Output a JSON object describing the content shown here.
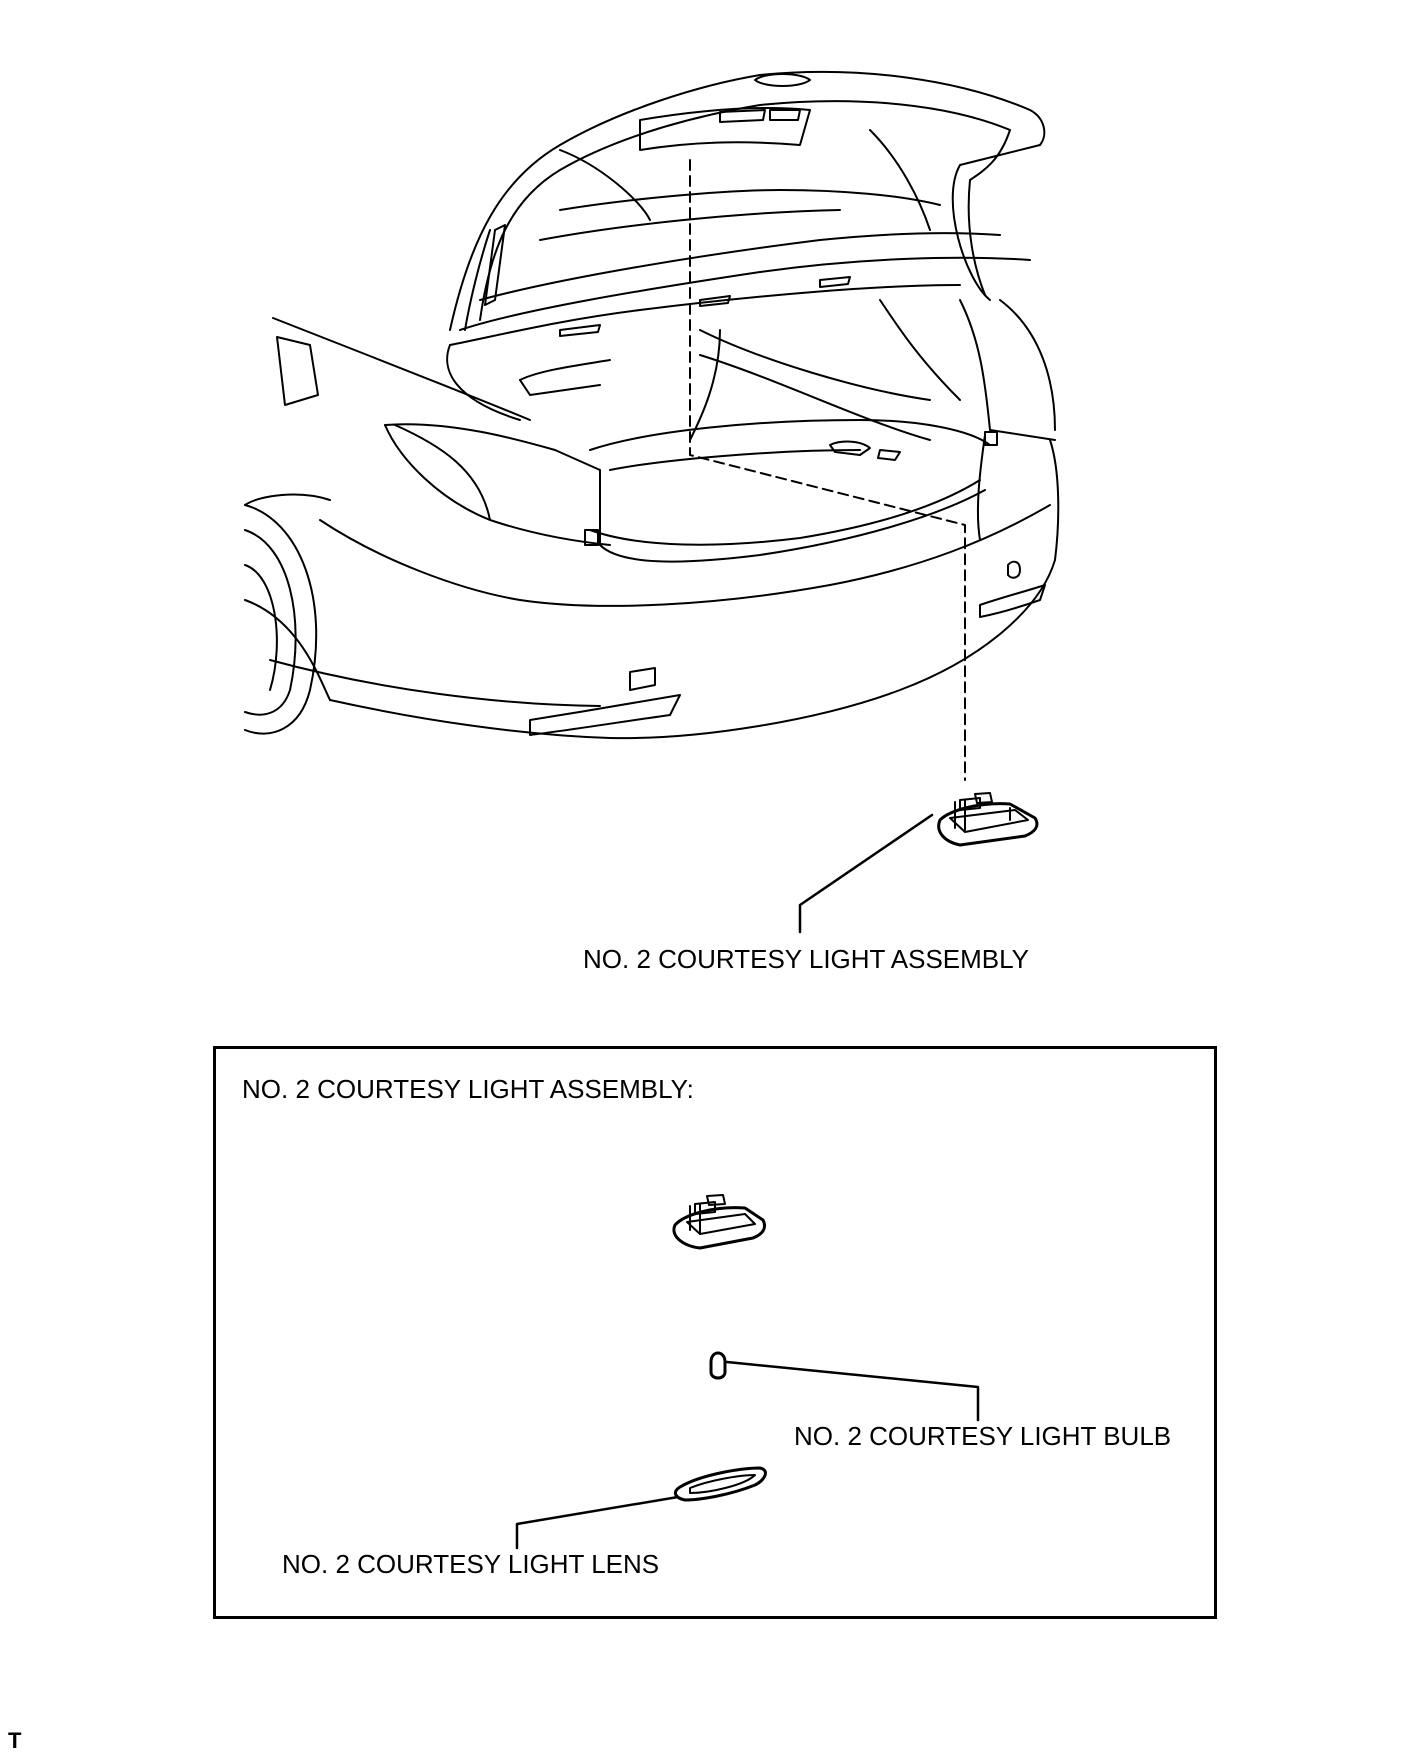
{
  "labels": {
    "assembly_callout": "NO. 2 COURTESY LIGHT ASSEMBLY",
    "detail_title": "NO. 2 COURTESY LIGHT ASSEMBLY:",
    "bulb_callout": "NO. 2 COURTESY LIGHT BULB",
    "lens_callout": "NO. 2 COURTESY LIGHT LENS",
    "corner_mark": "T"
  },
  "colors": {
    "line": "#000000",
    "background": "#ffffff"
  }
}
